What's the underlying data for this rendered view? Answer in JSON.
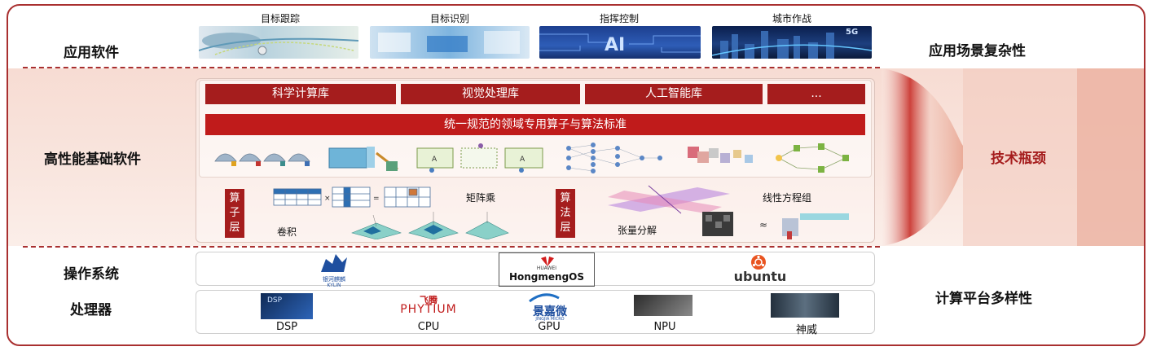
{
  "layers": {
    "app": "应用软件",
    "hpc": "高性能基础软件",
    "os": "操作系统",
    "cpu": "处理器"
  },
  "right": {
    "complexity": "应用场景复杂性",
    "bottleneck": "技术瓶颈",
    "diversity": "计算平台多样性"
  },
  "apps": [
    "目标跟踪",
    "目标识别",
    "指挥控制",
    "城市作战"
  ],
  "apps_badge": "5G",
  "libs": [
    "科学计算库",
    "视觉处理库",
    "人工智能库",
    "..."
  ],
  "standard": "统一规范的领域专用算子与算法标准",
  "operator_layer": "算子层",
  "algorithm_layer": "算法层",
  "labels": {
    "conv": "卷积",
    "matmul": "矩阵乘",
    "tensor": "张量分解",
    "linear": "线性方程组"
  },
  "os_logos": {
    "kylin": "银河麒麟",
    "kylin_sub": "KYLIN",
    "huawei": "HUAWEI",
    "harmony": "HongmengOS",
    "ubuntu": "ubuntu"
  },
  "processors": {
    "dsp": "DSP",
    "cpu": "CPU",
    "gpu": "GPU",
    "npu": "NPU",
    "sw": "神威",
    "phytium_cn": "飞腾",
    "phytium_en": "PHYTIUM",
    "jingjia_cn": "景嘉微",
    "jingjia_en": "JINGJIA MICRO",
    "dsp_chip": "DSP"
  },
  "colors": {
    "accent": "#a51d1d",
    "banner": "#c01b1b",
    "border": "#a93030"
  }
}
